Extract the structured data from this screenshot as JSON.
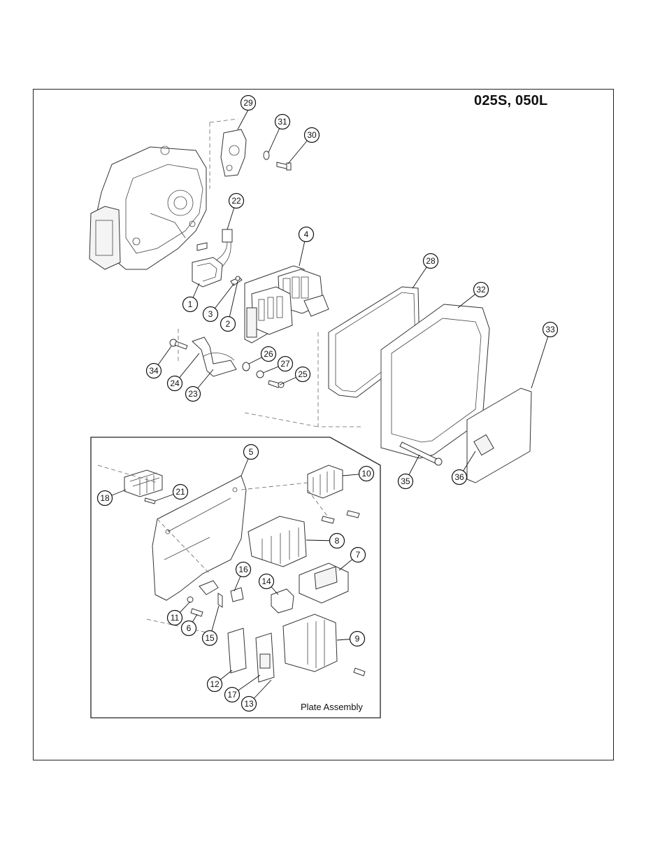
{
  "model_title": "025S, 050L",
  "inset_label": "Plate Assembly",
  "callouts": [
    "1",
    "2",
    "3",
    "4",
    "5",
    "6",
    "7",
    "8",
    "9",
    "10",
    "11",
    "12",
    "13",
    "14",
    "15",
    "16",
    "17",
    "18",
    "21",
    "22",
    "23",
    "24",
    "25",
    "26",
    "27",
    "28",
    "29",
    "30",
    "31",
    "32",
    "33",
    "34",
    "35",
    "36"
  ]
}
